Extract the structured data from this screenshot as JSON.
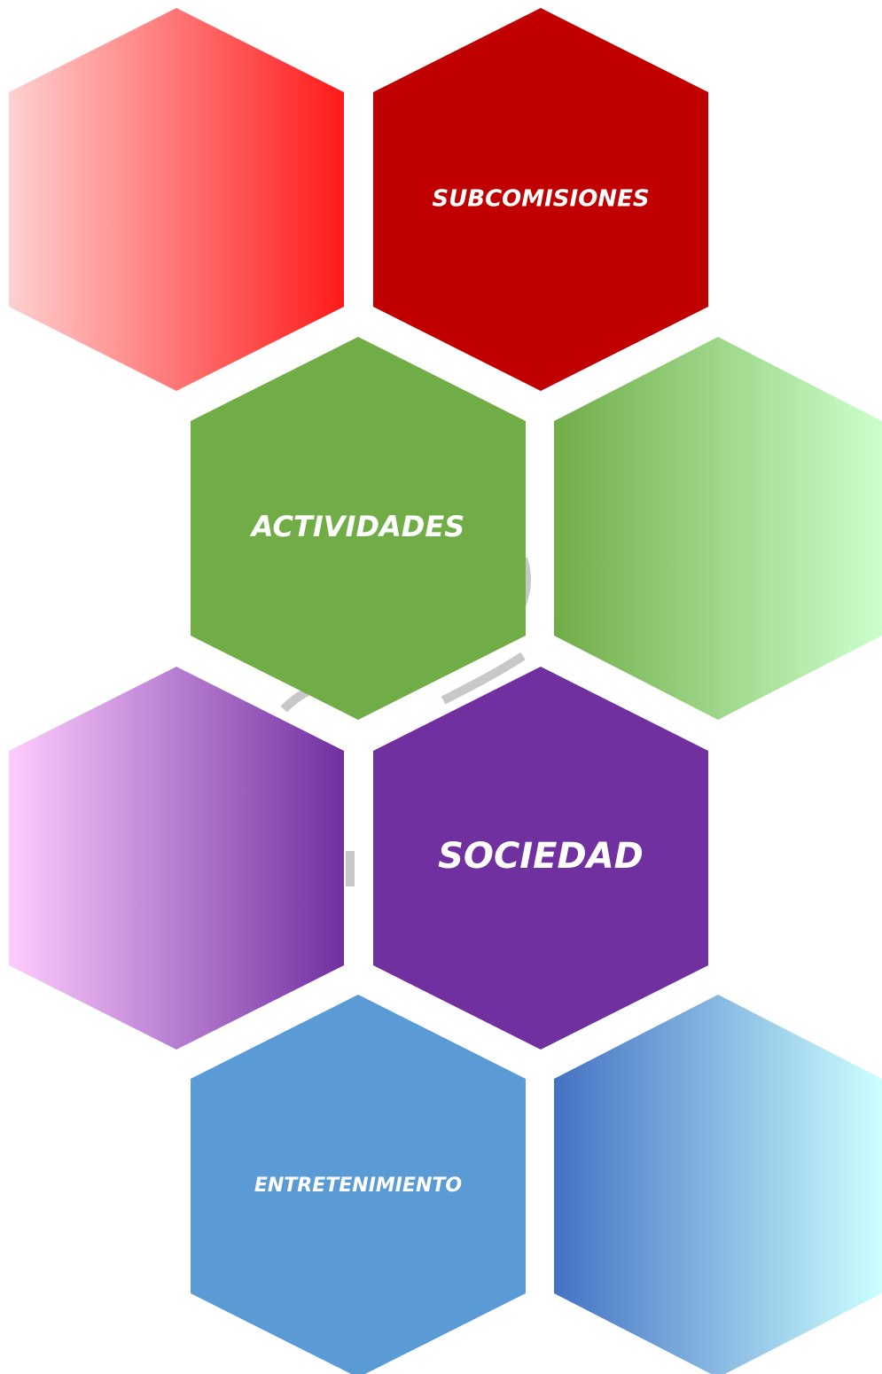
{
  "diagram": {
    "hexagons": [
      {
        "id": "red-gradient",
        "label": "",
        "fill_type": "gradient",
        "colors": [
          "#ffd0d0",
          "#ff1a1a"
        ]
      },
      {
        "id": "subcomisiones",
        "label": "SUBCOMISIONES",
        "fill_type": "solid",
        "colors": [
          "#c00000"
        ]
      },
      {
        "id": "actividades",
        "label": "ACTIVIDADES",
        "fill_type": "solid",
        "colors": [
          "#70ad47"
        ]
      },
      {
        "id": "green-gradient",
        "label": "",
        "fill_type": "gradient",
        "colors": [
          "#70ad47",
          "#ccffcc"
        ]
      },
      {
        "id": "purple-gradient",
        "label": "",
        "fill_type": "gradient",
        "colors": [
          "#ffccff",
          "#7030a0"
        ]
      },
      {
        "id": "sociedad",
        "label": "SOCIEDAD",
        "fill_type": "solid",
        "colors": [
          "#7030a0"
        ]
      },
      {
        "id": "entretenimiento",
        "label": "ENTRETENIMIENTO",
        "fill_type": "solid",
        "colors": [
          "#5b9bd5"
        ]
      },
      {
        "id": "blue-gradient",
        "label": "",
        "fill_type": "gradient",
        "colors": [
          "#4472c4",
          "#ccffff"
        ]
      }
    ],
    "watermark_color": "#c8c8c8"
  }
}
